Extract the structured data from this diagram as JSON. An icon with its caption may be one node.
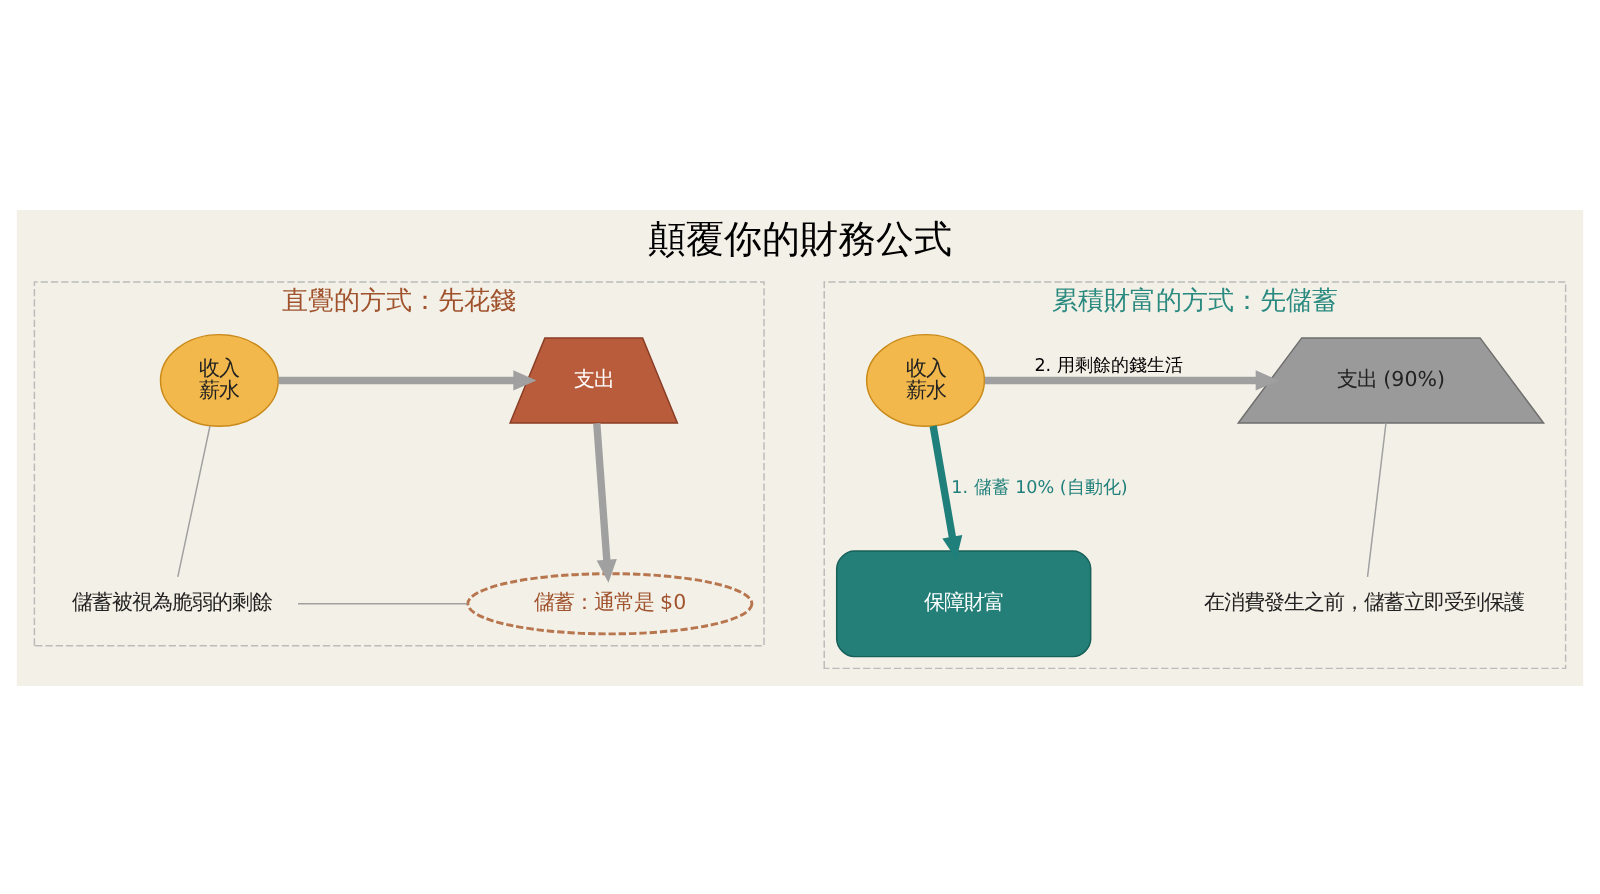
{
  "diagram": {
    "title": "顛覆你的財務公式",
    "nodes": [
      {
        "text": [
          "直覺的方式：先花錢"
        ]
      },
      {
        "text": [
          "收入",
          "薪水"
        ],
        "in": 0
      },
      {
        "text": [
          "支出"
        ],
        "in": 0
      },
      {
        "text": [
          "儲蓄：通常是 $0"
        ],
        "in": 0
      },
      {
        "text": [
          "儲蓄被視為脆弱的剩餘"
        ],
        "in": 0
      },
      {
        "text": [
          "累積財富的方式：先儲蓄"
        ]
      },
      {
        "text": [
          "收入",
          "薪水"
        ],
        "in": 5
      },
      {
        "text": [
          "支出 (90%)"
        ],
        "in": 5
      },
      {
        "text": [
          "保障財富"
        ],
        "in": 5
      },
      {
        "text": [
          "在消費發生之前，儲蓄立即受到保護"
        ],
        "in": 5
      }
    ],
    "edges": [
      {
        "from": 1,
        "to": 2,
        "arrow": "to"
      },
      {
        "from": 2,
        "to": 3,
        "arrow": "to"
      },
      {
        "from": 1,
        "to": 4,
        "arrow": "none"
      },
      {
        "from": 4,
        "to": 3,
        "arrow": "none"
      },
      {
        "from": 6,
        "to": 7,
        "arrow": "to",
        "label": "2. 用剩餘的錢生活"
      },
      {
        "from": 6,
        "to": 8,
        "arrow": "to",
        "label": "1. 儲蓄 10% (自動化)",
        "color": "#1f7f7a"
      },
      {
        "from": 7,
        "to": 9,
        "arrow": "none"
      }
    ]
  }
}
